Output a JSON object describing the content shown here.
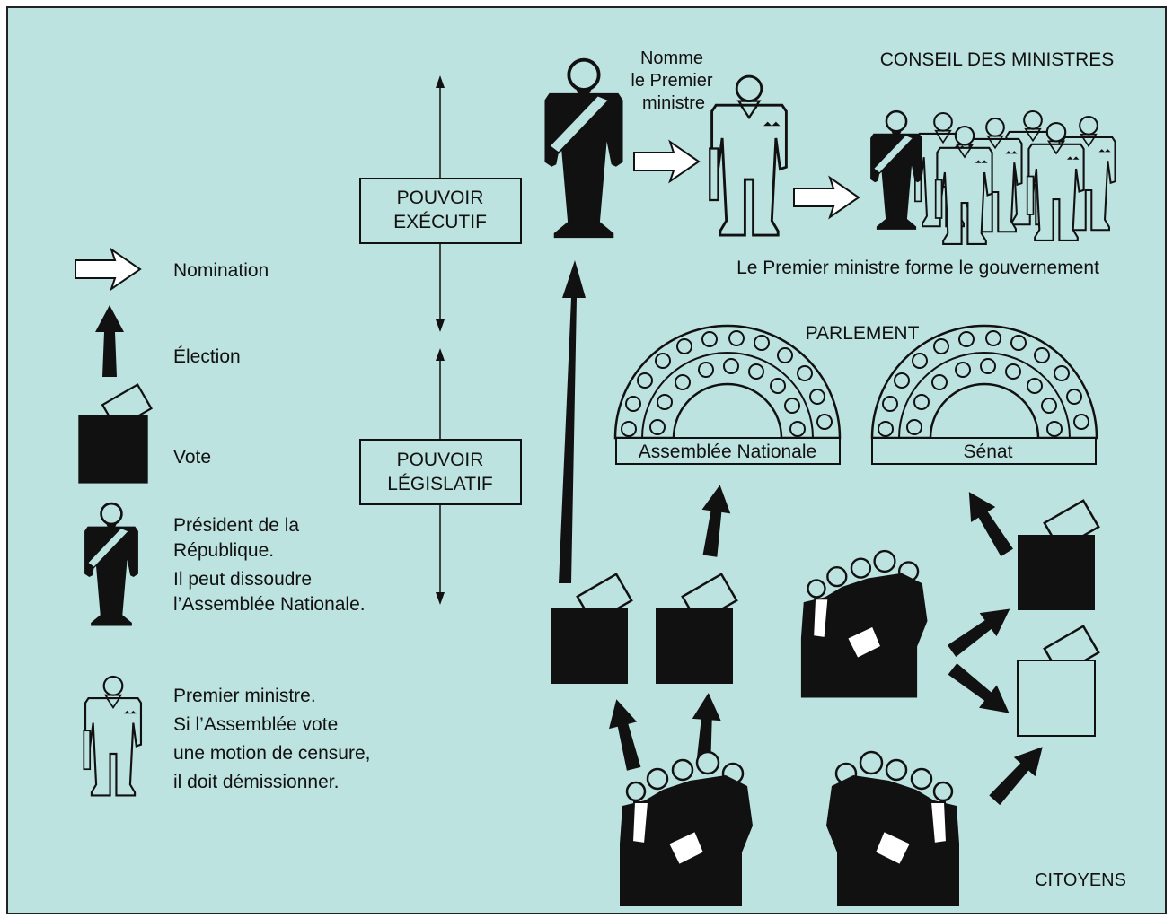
{
  "colors": {
    "background": "#bde3e0",
    "ink": "#111111",
    "border": "#222222"
  },
  "legend": {
    "nomination": "Nomination",
    "election": "Élection",
    "vote": "Vote",
    "president_lines": [
      "Président de la",
      "République.",
      "Il peut dissoudre",
      "l’Assemblée Nationale."
    ],
    "premier_lines": [
      "Premier ministre.",
      "Si l’Assemblée vote",
      "une motion de censure,",
      "il doit démissionner."
    ]
  },
  "powers": {
    "executive": [
      "POUVOIR",
      "EXÉCUTIF"
    ],
    "legislative": [
      "POUVOIR",
      "LÉGISLATIF"
    ]
  },
  "executive": {
    "nomme_lines": [
      "Nomme",
      "le Premier",
      "ministre"
    ],
    "council_title": "CONSEIL DES MINISTRES",
    "forms_government": "Le Premier ministre forme le gouvernement"
  },
  "parliament": {
    "title": "PARLEMENT",
    "assembly": "Assemblée Nationale",
    "senate": "Sénat"
  },
  "citizens": "CITOYENS",
  "icons": [
    "nomination-arrow-icon",
    "election-arrow-icon",
    "ballot-box-icon",
    "president-icon",
    "prime-minister-icon",
    "ministers-group-icon",
    "hemicycle-icon",
    "citizens-crowd-icon",
    "electors-group-icon"
  ]
}
